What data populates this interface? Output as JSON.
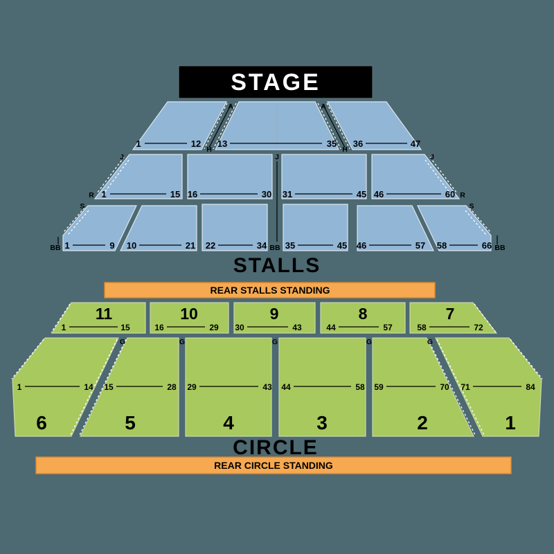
{
  "colors": {
    "background": "#4D6972",
    "stage_bg": "#000000",
    "stage_text": "#FFFFFF",
    "stalls_fill": "#92B6D5",
    "stalls_border": "#DCE6EF",
    "circle_fill": "#A7C95D",
    "circle_border": "#CBD8AC",
    "standing_fill": "#F6A950",
    "standing_border": "#D9882F"
  },
  "stage": {
    "label": "STAGE"
  },
  "stalls": {
    "title": "STALLS",
    "row1": {
      "front_letter": "A",
      "back_letter": "H",
      "blocks": [
        {
          "start": "1",
          "end": "12"
        },
        {
          "start": "13",
          "end": "35"
        },
        {
          "start": "36",
          "end": "47"
        }
      ]
    },
    "row2": {
      "front_letter": "J",
      "back_letter": "R",
      "blocks": [
        {
          "start": "1",
          "end": "15"
        },
        {
          "start": "16",
          "end": "30"
        },
        {
          "start": "31",
          "end": "45"
        },
        {
          "start": "46",
          "end": "60"
        }
      ]
    },
    "row3": {
      "front_letter": "S",
      "back_letter": "BB",
      "blocks": [
        {
          "start": "1",
          "end": "9"
        },
        {
          "start": "10",
          "end": "21"
        },
        {
          "start": "22",
          "end": "34"
        },
        {
          "start": "35",
          "end": "45"
        },
        {
          "start": "46",
          "end": "57"
        },
        {
          "start": "58",
          "end": "66"
        }
      ]
    }
  },
  "rear_stalls": {
    "label": "REAR STALLS STANDING"
  },
  "circle": {
    "title": "CIRCLE",
    "aisle_letter": "G",
    "upper_blocks": [
      {
        "number": "11",
        "start": "1",
        "end": "15"
      },
      {
        "number": "10",
        "start": "16",
        "end": "29"
      },
      {
        "number": "9",
        "start": "30",
        "end": "43"
      },
      {
        "number": "8",
        "start": "44",
        "end": "57"
      },
      {
        "number": "7",
        "start": "58",
        "end": "72"
      }
    ],
    "lower_blocks": [
      {
        "number": "6",
        "start": "1",
        "end": "14"
      },
      {
        "number": "5",
        "start": "15",
        "end": "28"
      },
      {
        "number": "4",
        "start": "29",
        "end": "43"
      },
      {
        "number": "3",
        "start": "44",
        "end": "58"
      },
      {
        "number": "2",
        "start": "59",
        "end": "70"
      },
      {
        "number": "1",
        "start": "71",
        "end": "84"
      }
    ]
  },
  "rear_circle": {
    "label": "REAR CIRCLE STANDING"
  }
}
